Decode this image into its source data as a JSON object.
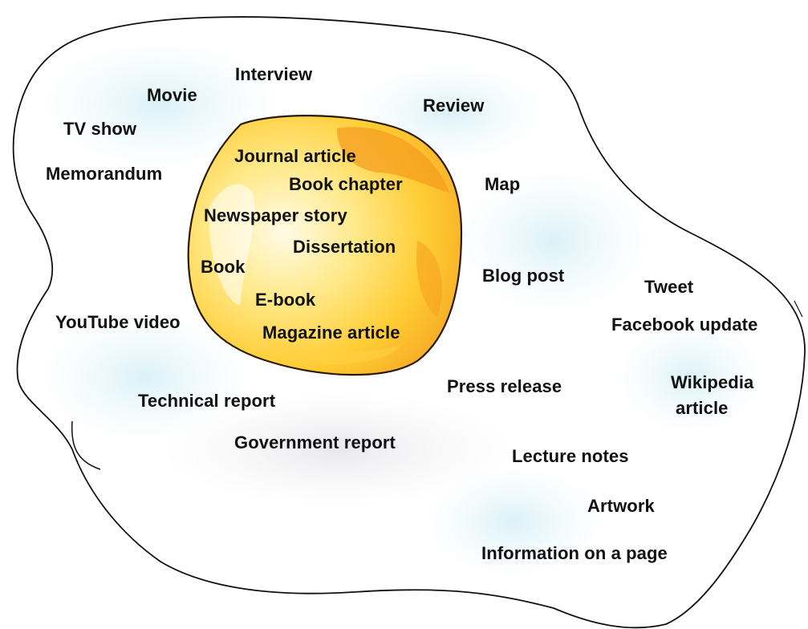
{
  "diagram": {
    "core_sources": [
      "Journal article",
      "Book chapter",
      "Newspaper story",
      "Dissertation",
      "Book",
      "E-book",
      "Magazine article"
    ],
    "outer_sources": [
      "Interview",
      "Movie",
      "TV show",
      "Review",
      "Memorandum",
      "Map",
      "Blog post",
      "Tweet",
      "YouTube video",
      "Facebook update",
      "Press release",
      "Wikipedia",
      "article",
      "Technical report",
      "Government report",
      "Lecture notes",
      "Artwork",
      "Information on a page"
    ],
    "colors": {
      "outline": "#111111",
      "yolk_light": "#fff6c8",
      "yolk_mid": "#ffd34a",
      "yolk_dark": "#f5a623",
      "yolk_edge": "#2a1a00",
      "wash_blue": "#dff3f8",
      "wash_grey": "#eeeeef"
    }
  }
}
